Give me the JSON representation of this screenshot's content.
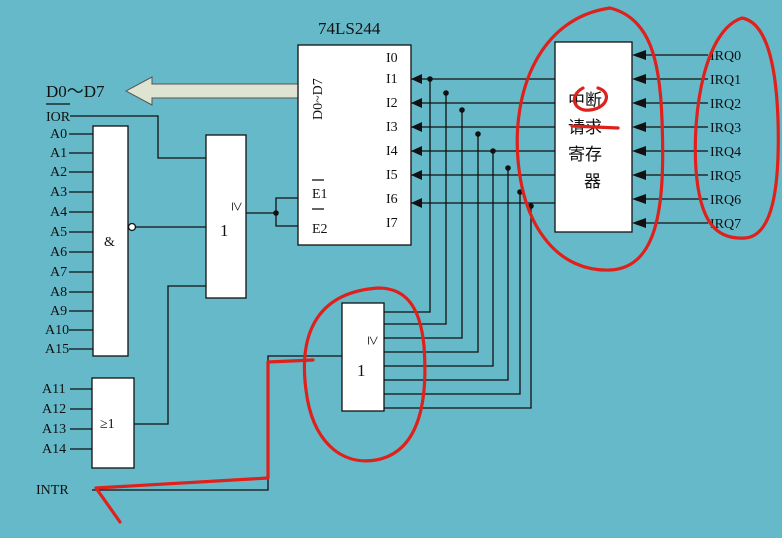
{
  "chip_title": "74LS244",
  "data_bus_label": "D0～D7",
  "ior_label": "IOR",
  "address_and_inputs": [
    "A0",
    "A1",
    "A2",
    "A3",
    "A4",
    "A5",
    "A6",
    "A7",
    "A8",
    "A9",
    "A10",
    "A15"
  ],
  "address_or_inputs": [
    "A11",
    "A12",
    "A13",
    "A14"
  ],
  "and_gate_symbol": "&",
  "or_gate_symbol": "≥1",
  "or_gate_symbol_ge": "≥",
  "or_gate_symbol_one": "1",
  "buffer": {
    "d_label": "D0~D7",
    "inputs": [
      "I0",
      "I1",
      "I2",
      "I3",
      "I4",
      "I5",
      "I6",
      "I7"
    ],
    "enable1": "E1",
    "enable2": "E2"
  },
  "register_label_lines": [
    "中断",
    "请求",
    "寄存",
    "器"
  ],
  "irq_labels": [
    "IRQ0",
    "IRQ1",
    "IRQ2",
    "IRQ3",
    "IRQ4",
    "IRQ5",
    "IRQ6",
    "IRQ7"
  ],
  "intr_label": "INTR",
  "colors": {
    "background": "#66b9c9",
    "annotation": "#e0201a",
    "bus_arrow": "#dfe3d2"
  }
}
